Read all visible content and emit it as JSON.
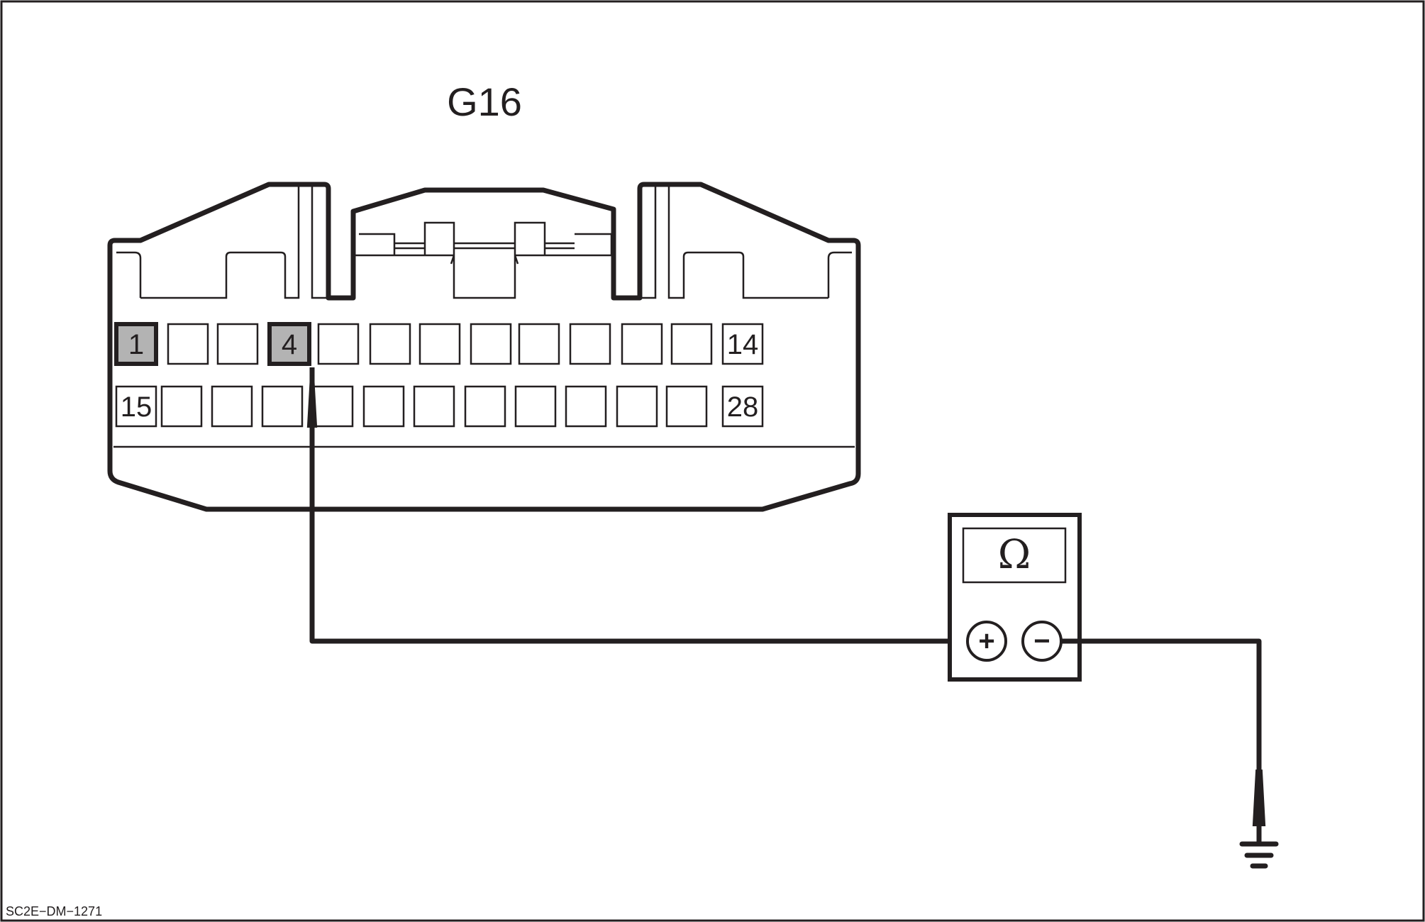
{
  "connector": {
    "name": "G16",
    "top_row": [
      "1",
      "",
      "",
      "4",
      "",
      "",
      "",
      "",
      "",
      "",
      "",
      "",
      "14"
    ],
    "bottom_row": [
      "15",
      "",
      "",
      "",
      "",
      "",
      "",
      "",
      "",
      "",
      "",
      "",
      "28"
    ],
    "highlighted_pins": [
      "1",
      "4"
    ],
    "probed_pin": "4"
  },
  "meter": {
    "symbol": "Ω",
    "positive_terminal": "+",
    "negative_terminal": "−"
  },
  "ground_icon": "ground-icon",
  "figure_code": "SC2E−DM−1271",
  "colors": {
    "line": "#231f20",
    "highlight_fill": "#b3b3b3",
    "background": "#ffffff"
  }
}
